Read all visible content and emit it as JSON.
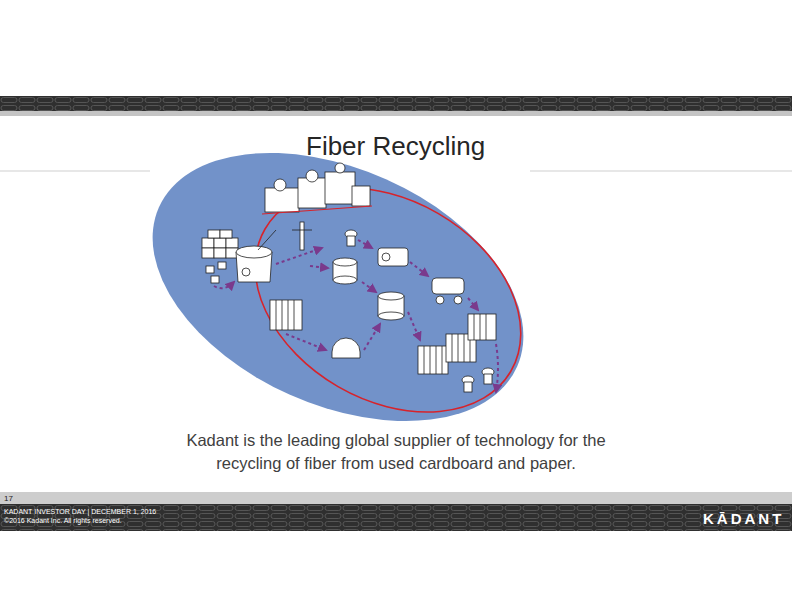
{
  "diagram": {
    "title": "Fiber Recycling",
    "caption": "Kadant is the leading global supplier of technology for the recycling of fiber from used cardboard and paper.",
    "labels": [
      "17",
      "KADANT INVESTOR DAY | DECEMBER 1, 2016",
      "©2016 Kadant Inc. All rights reserved.",
      "KĀDANT"
    ]
  }
}
